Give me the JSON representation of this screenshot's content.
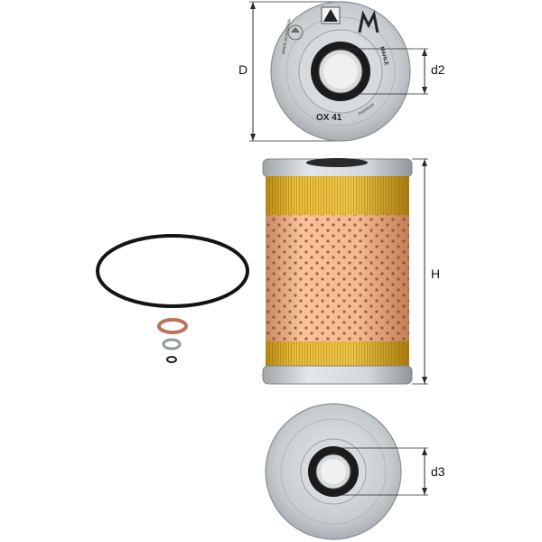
{
  "top_view": {
    "dimension_D": "D",
    "dimension_d2": "d2",
    "part_number": "OX 41",
    "brand": "MAHLE",
    "country_text": "MADE IN AUSTRIA",
    "cert_text": "Premium"
  },
  "side_view": {
    "dimension_H": "H"
  },
  "bottom_view": {
    "dimension_d3": "d3"
  },
  "colors": {
    "filter_media": "#f2b88a",
    "pleat_yellow": "#e6b52a",
    "cap_metal": "#c9ced2",
    "gasket_black": "#1b1b1b",
    "dimension_line": "#2b2b2b"
  },
  "accessories": [
    "large-o-ring",
    "copper-washer",
    "small-o-ring",
    "tiny-o-ring"
  ]
}
